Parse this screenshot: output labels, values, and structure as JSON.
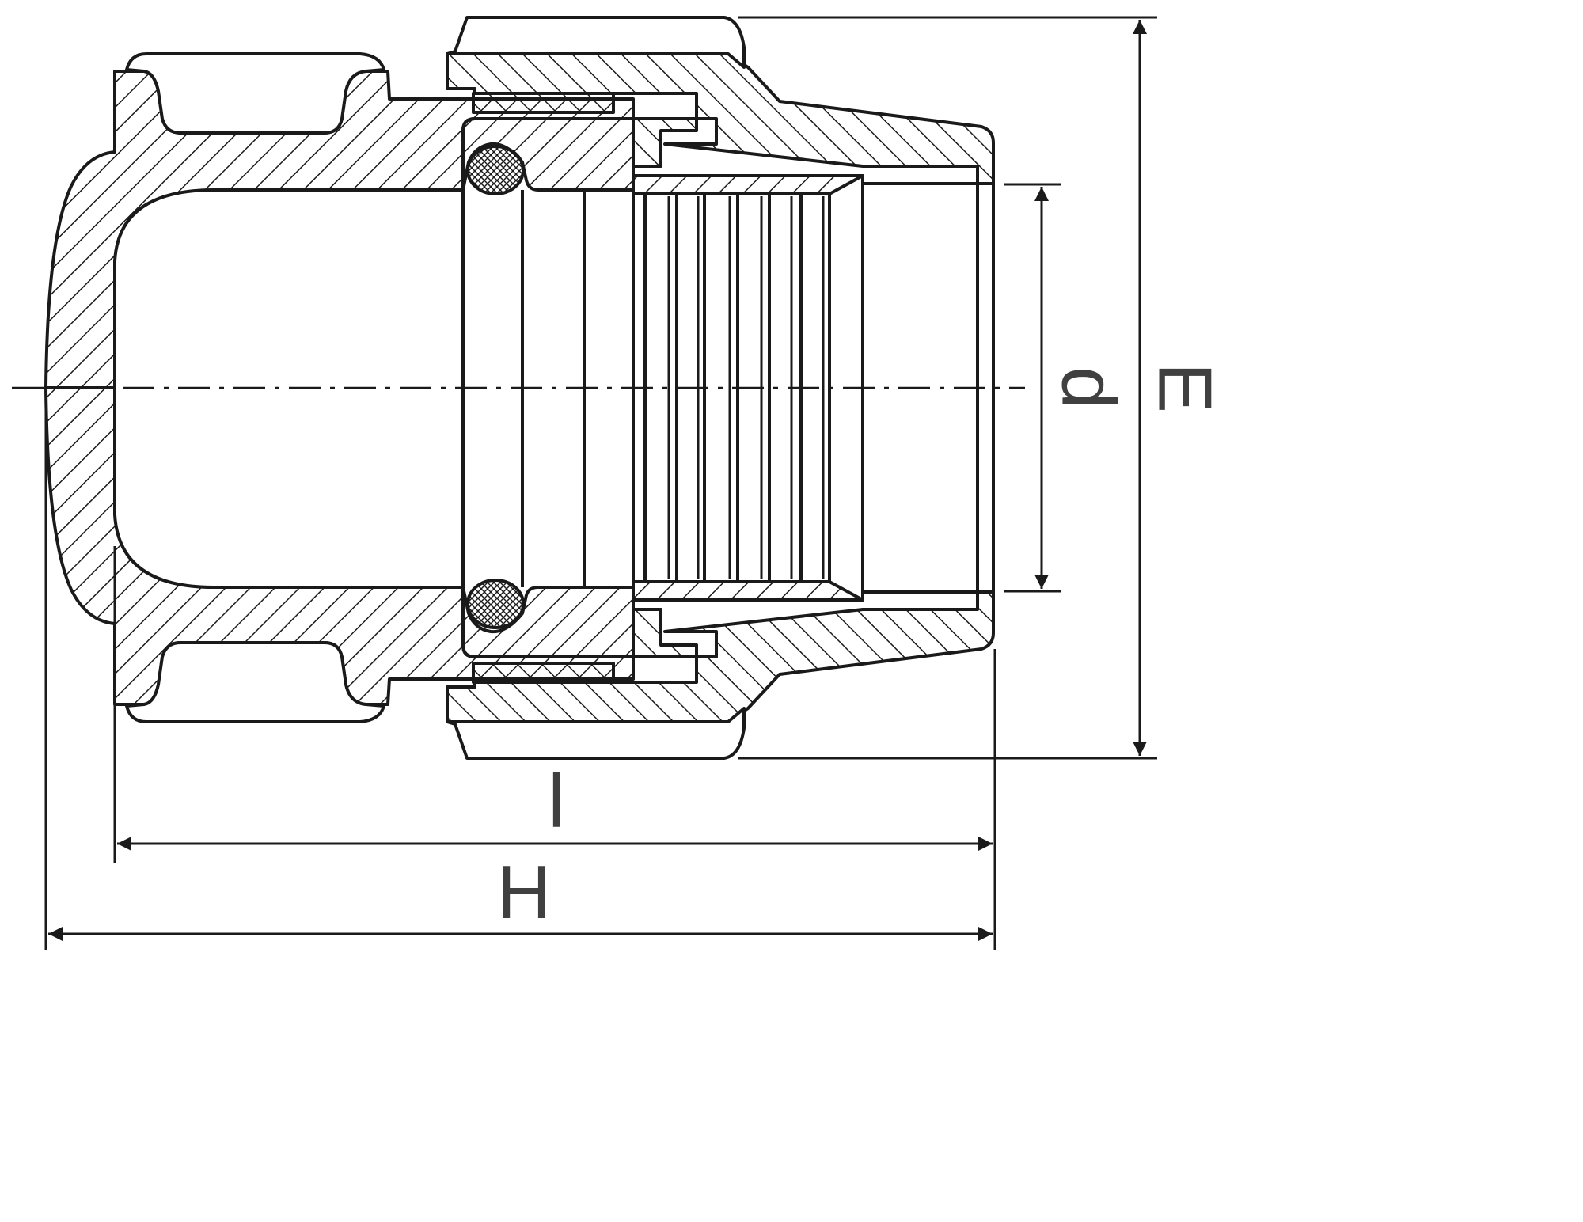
{
  "labels": {
    "d": "d",
    "E": "E",
    "l": "l",
    "H": "H"
  },
  "colors": {
    "line": "#1a1a1a",
    "text": "#404040",
    "background": "#ffffff"
  }
}
